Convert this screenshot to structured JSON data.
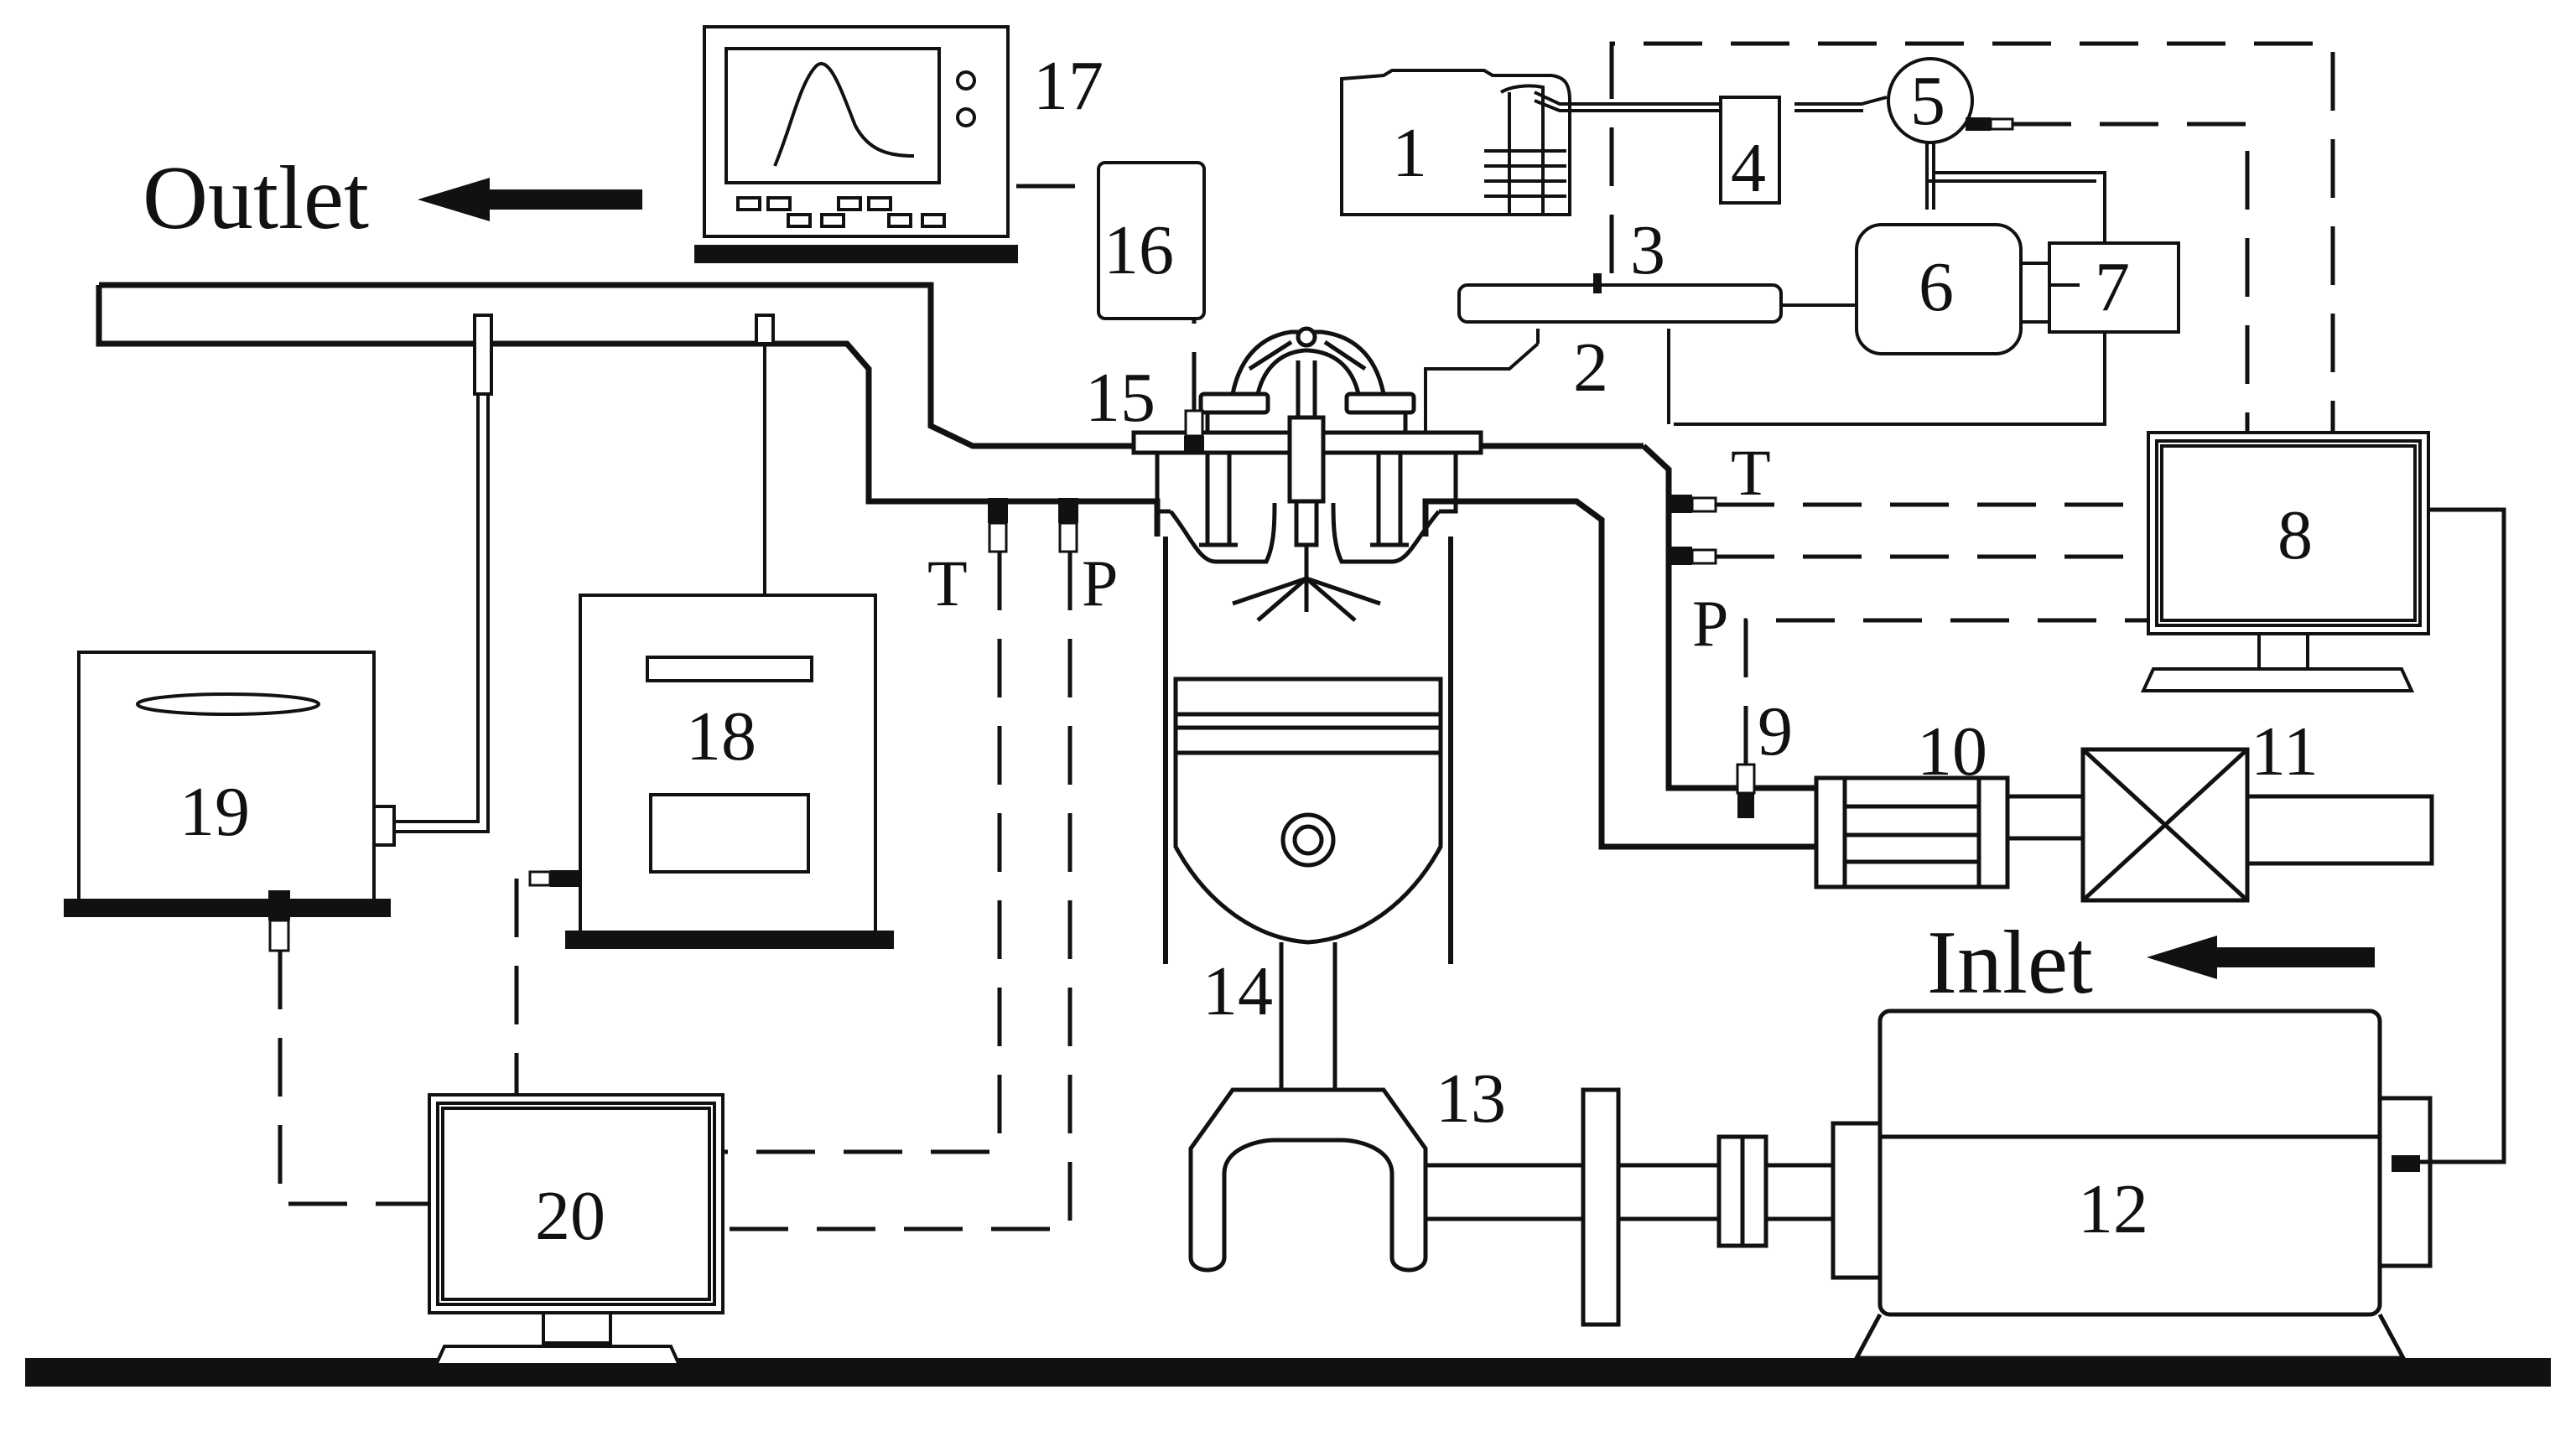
{
  "flow": {
    "outlet": "Outlet",
    "inlet": "Inlet"
  },
  "sensor_letters": {
    "t": "T",
    "p": "P"
  },
  "components": {
    "c1": "1",
    "c2": "2",
    "c3": "3",
    "c4": "4",
    "c5": "5",
    "c6": "6",
    "c7": "7",
    "c8": "8",
    "c9": "9",
    "c10": "10",
    "c11": "11",
    "c12": "12",
    "c13": "13",
    "c14": "14",
    "c15": "15",
    "c16": "16",
    "c17": "17",
    "c18": "18",
    "c19": "19",
    "c20": "20"
  }
}
